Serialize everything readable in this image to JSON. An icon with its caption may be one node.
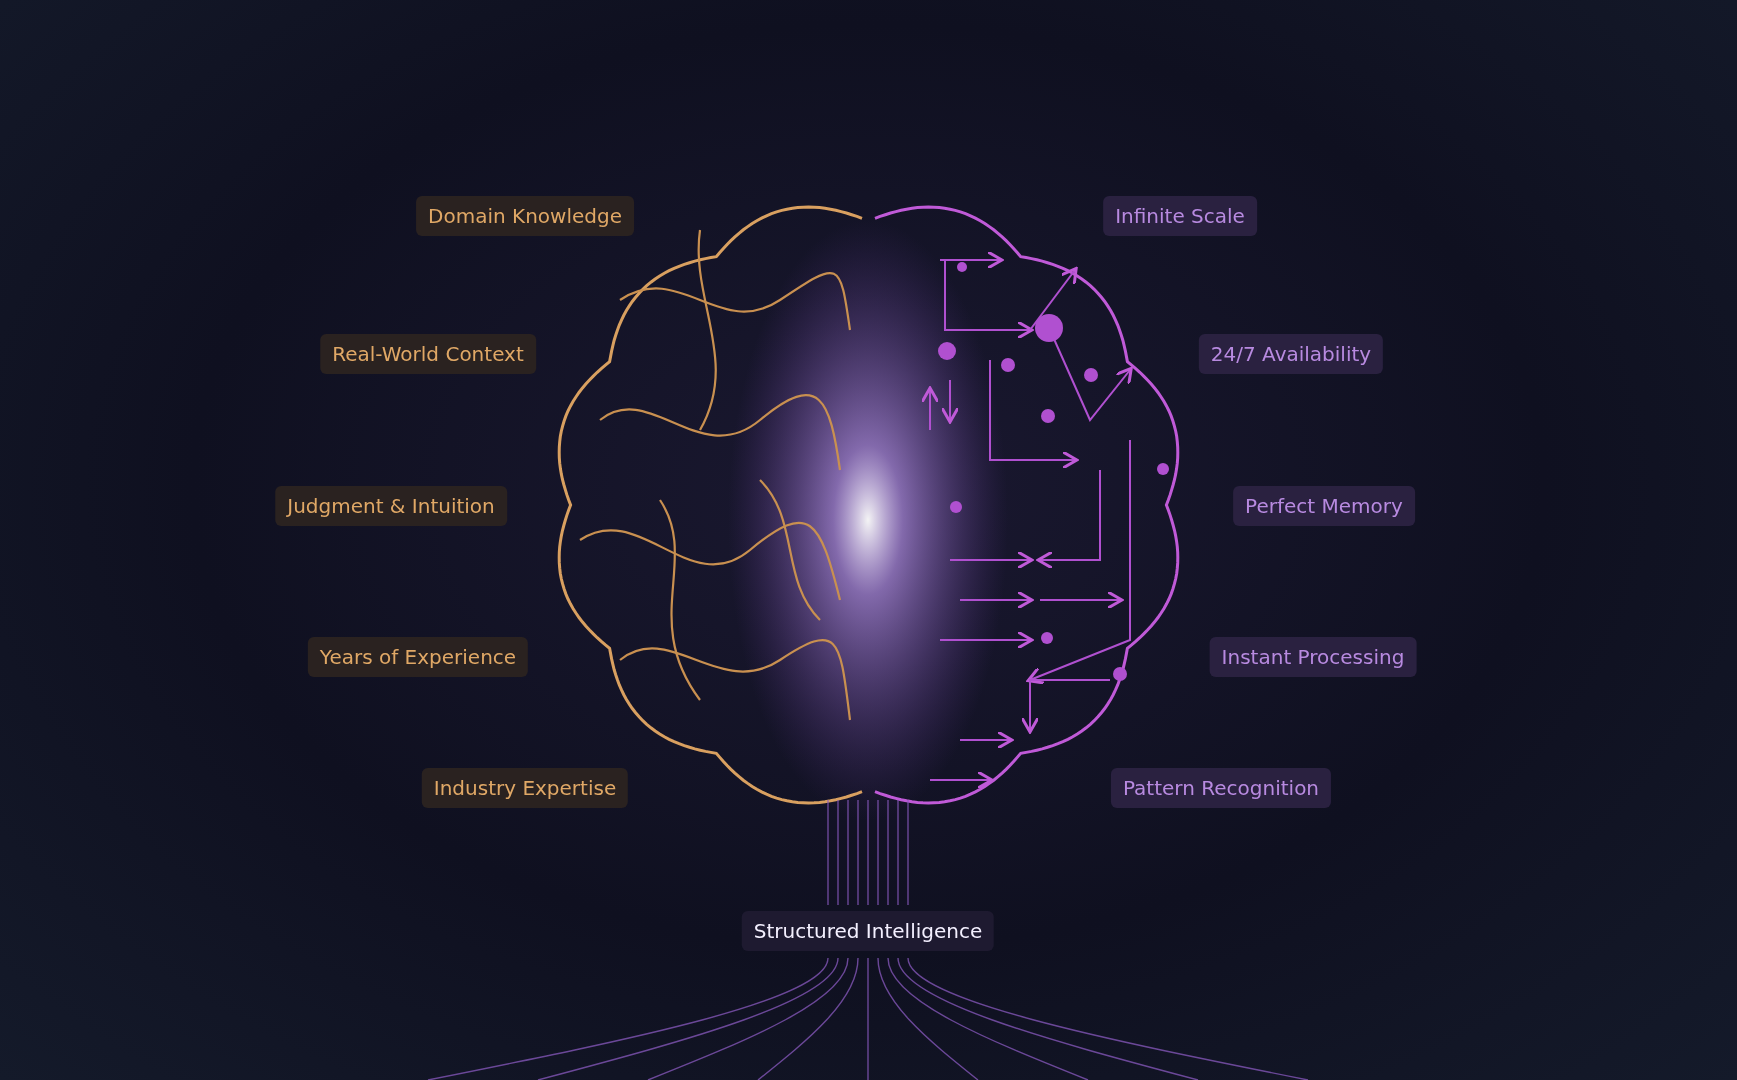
{
  "diagram": {
    "labels": [
      "Domain Knowledge",
      "Infinite Scale",
      "Real-World Context",
      "24/7 Availability",
      "Judgment & Intuition",
      "Perfect Memory",
      "Years of Experience",
      "Instant Processing",
      "Industry Expertise",
      "Pattern Recognition",
      "Structured Intelligence"
    ]
  }
}
